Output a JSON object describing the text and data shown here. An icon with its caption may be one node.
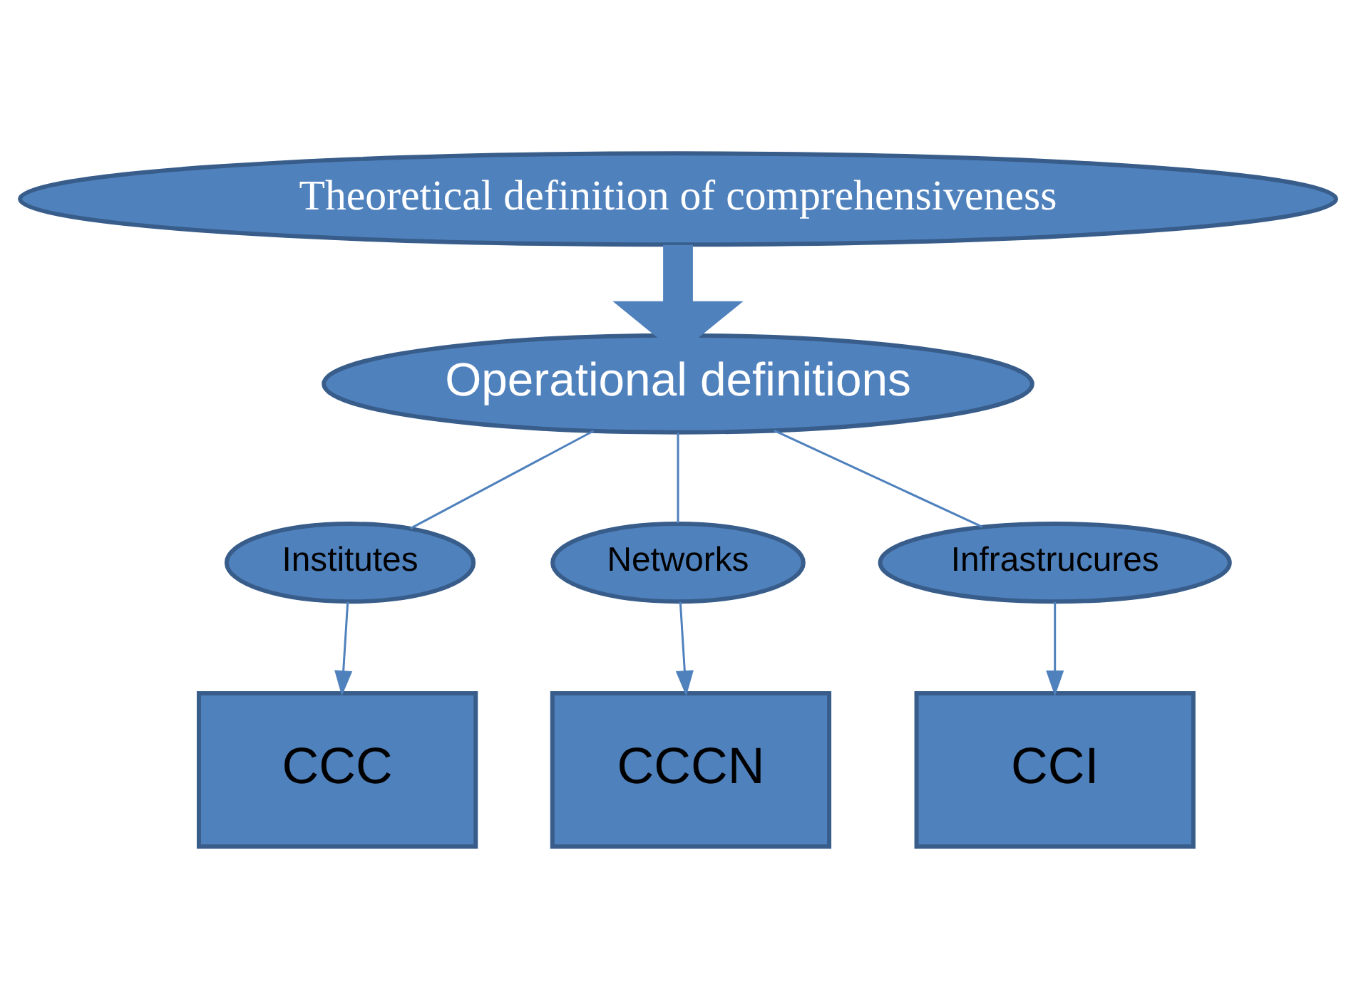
{
  "diagram": {
    "nodes": [
      {
        "text": [
          "Theoretical definition of comprehensiveness"
        ]
      },
      {
        "text": [
          "Operational definitions"
        ]
      },
      {
        "text": [
          "Institutes"
        ]
      },
      {
        "text": [
          "Networks"
        ]
      },
      {
        "text": [
          "Infrastrucures"
        ]
      },
      {
        "text": [
          "CCC"
        ]
      },
      {
        "text": [
          "CCCN"
        ]
      },
      {
        "text": [
          "CCI"
        ]
      }
    ],
    "edges": [
      {
        "from": 0,
        "to": 1,
        "arrow": "to",
        "style": "thick"
      },
      {
        "from": 1,
        "to": 2,
        "arrow": "none"
      },
      {
        "from": 1,
        "to": 3,
        "arrow": "none"
      },
      {
        "from": 1,
        "to": 4,
        "arrow": "none"
      },
      {
        "from": 2,
        "to": 5,
        "arrow": "to"
      },
      {
        "from": 3,
        "to": 6,
        "arrow": "to"
      },
      {
        "from": 4,
        "to": 7,
        "arrow": "to"
      }
    ]
  }
}
